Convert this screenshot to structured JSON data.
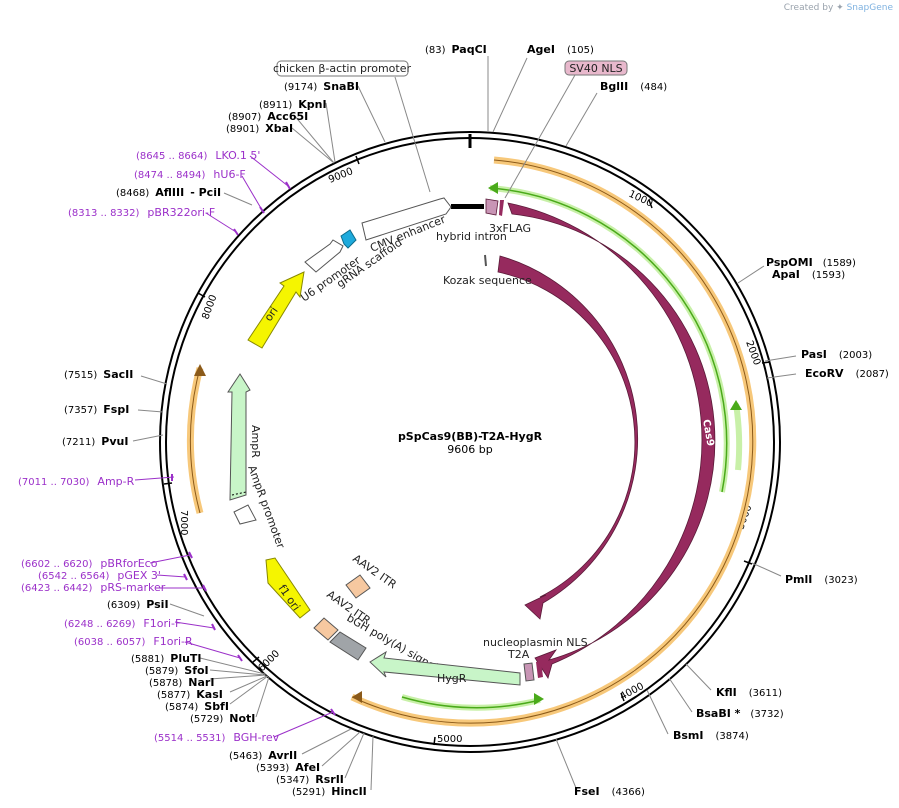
{
  "credit": {
    "prefix": "Created by",
    "brand": "SnapGene"
  },
  "plasmid": {
    "name": "pSpCas9(BB)-T2A-HygR",
    "size": "9606 bp"
  },
  "ticks": [
    "1000",
    "2000",
    "3000",
    "4000",
    "5000",
    "6000",
    "7000",
    "8000",
    "9000"
  ],
  "enzymes": [
    {
      "name": "PaqCI",
      "pos": "(83)"
    },
    {
      "name": "AgeI",
      "pos": "(105)"
    },
    {
      "name": "BglII",
      "pos": "(484)"
    },
    {
      "name": "PspOMI",
      "pos": "(1589)"
    },
    {
      "name": "ApaI",
      "pos": "(1593)"
    },
    {
      "name": "PasI",
      "pos": "(2003)"
    },
    {
      "name": "EcoRV",
      "pos": "(2087)"
    },
    {
      "name": "PmlI",
      "pos": "(3023)"
    },
    {
      "name": "KflI",
      "pos": "(3611)"
    },
    {
      "name": "BsaBI *",
      "pos": "(3732)"
    },
    {
      "name": "BsmI",
      "pos": "(3874)"
    },
    {
      "name": "FseI",
      "pos": "(4366)"
    },
    {
      "name": "HincII",
      "pos": "(5291)"
    },
    {
      "name": "RsrII",
      "pos": "(5347)"
    },
    {
      "name": "AfeI",
      "pos": "(5393)"
    },
    {
      "name": "AvrII",
      "pos": "(5463)"
    },
    {
      "name": "NotI",
      "pos": "(5729)"
    },
    {
      "name": "SbfI",
      "pos": "(5874)"
    },
    {
      "name": "KasI",
      "pos": "(5877)"
    },
    {
      "name": "NarI",
      "pos": "(5878)"
    },
    {
      "name": "SfoI",
      "pos": "(5879)"
    },
    {
      "name": "PluTI",
      "pos": "(5881)"
    },
    {
      "name": "PsiI",
      "pos": "(6309)"
    },
    {
      "name": "PvuI",
      "pos": "(7211)"
    },
    {
      "name": "FspI",
      "pos": "(7357)"
    },
    {
      "name": "SacII",
      "pos": "(7515)"
    },
    {
      "name": "AflIII",
      "pos": "(8468)",
      "extra": "- PciI"
    },
    {
      "name": "XbaI",
      "pos": "(8901)"
    },
    {
      "name": "Acc65I",
      "pos": "(8907)"
    },
    {
      "name": "KpnI",
      "pos": "(8911)"
    },
    {
      "name": "SnaBI",
      "pos": "(9174)"
    }
  ],
  "primers": [
    {
      "name": "LKO.1 5'",
      "range": "(8645 .. 8664)"
    },
    {
      "name": "hU6-F",
      "range": "(8474 .. 8494)"
    },
    {
      "name": "pBR322ori-F",
      "range": "(8313 .. 8332)"
    },
    {
      "name": "Amp-R",
      "range": "(7011 .. 7030)"
    },
    {
      "name": "pBRforEco",
      "range": "(6602 .. 6620)"
    },
    {
      "name": "pGEX 3'",
      "range": "(6542 .. 6564)"
    },
    {
      "name": "pRS-marker",
      "range": "(6423 .. 6442)"
    },
    {
      "name": "F1ori-F",
      "range": "(6248 .. 6269)"
    },
    {
      "name": "F1ori-R",
      "range": "(6038 .. 6057)"
    },
    {
      "name": "BGH-rev",
      "range": "(5514 .. 5531)"
    }
  ],
  "features": {
    "chicken_actin": "chicken β-actin promoter",
    "sv40_nls": "SV40 NLS",
    "cmv_enhancer": "CMV enhancer",
    "hybrid_intron": "hybrid intron",
    "flag": "3xFLAG",
    "kozak": "Kozak sequence",
    "u6": "U6 promoter",
    "grna": "gRNA scaffold",
    "ori": "ori",
    "ampr": "AmpR",
    "ampr_promoter": "AmpR promoter",
    "f1ori": "f1 ori",
    "aav_itr_1": "AAV2 ITR",
    "aav_itr_2": "AAV2 ITR",
    "bgh": "bGH poly(A) signal",
    "hygr": "HygR",
    "t2a": "T2A",
    "nls": "nucleoplasmin NLS",
    "cas9_inner": "Cas9",
    "cas9_outer": "Cas9"
  },
  "colors": {
    "cas9": "#962a5e",
    "ori": "#f5f500",
    "ampr": "#c8f5c8",
    "orf_orange": "#f7c87a",
    "orf_green": "#4aaa1a",
    "primer": "#9b30c9",
    "grna": "#1eaadc",
    "itr": "#f6c8a0",
    "bgh": "#a0a4a8"
  }
}
